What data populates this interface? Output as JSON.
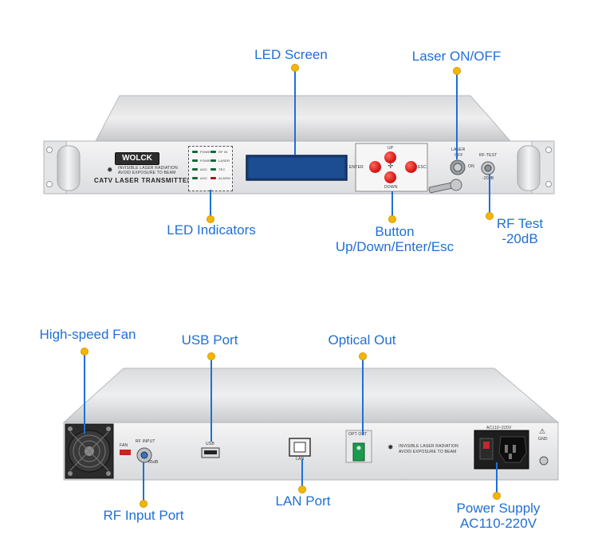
{
  "front_callouts": {
    "led_screen": "LED Screen",
    "laser_on_off": "Laser ON/OFF",
    "led_indicators": "LED Indicators",
    "button_line1": "Button",
    "button_line2": "Up/Down/Enter/Esc",
    "rf_test_line1": "RF Test",
    "rf_test_line2": "-20dB"
  },
  "rear_callouts": {
    "fan": "High-speed Fan",
    "usb": "USB Port",
    "optical_out": "Optical Out",
    "rf_input": "RF Input Port",
    "lan": "LAN Port",
    "power_line1": "Power Supply",
    "power_line2": "AC110-220V"
  },
  "front_panel": {
    "brand": "WOLCK",
    "product": "CATV LASER TRANSMITTER",
    "warning_line1": "INVISIBLE LASER RADIATION",
    "warning_line2": "AVOID EXPOSURE TO BEAM",
    "leds_left": [
      "POWER1",
      "POWER2",
      "AGC",
      "AGC"
    ],
    "leds_right": [
      "RF IN",
      "LASER",
      "TEC",
      "ALARM"
    ],
    "btn_up": "UP",
    "btn_down": "DOWN",
    "btn_enter": "ENTER",
    "btn_esc": "ESC",
    "laser_label": "LASER",
    "off_label": "OFF",
    "on_label": "ON",
    "rftest_label": "RF-TEST",
    "rftest_value": "-20dB"
  },
  "rear_panel": {
    "fan_label": "FAN",
    "rf_input_label": "RF INPUT",
    "rf_input_value": "85dB",
    "usb_label": "USB",
    "lan_label": "LAN",
    "opt_label": "OPT OUT",
    "warning_line1": "INVISIBLE LASER RADIATION",
    "warning_line2": "AVOID EXPOSURE TO BEAM",
    "power_label": "AC110~220V",
    "gnd_label": "GND"
  }
}
